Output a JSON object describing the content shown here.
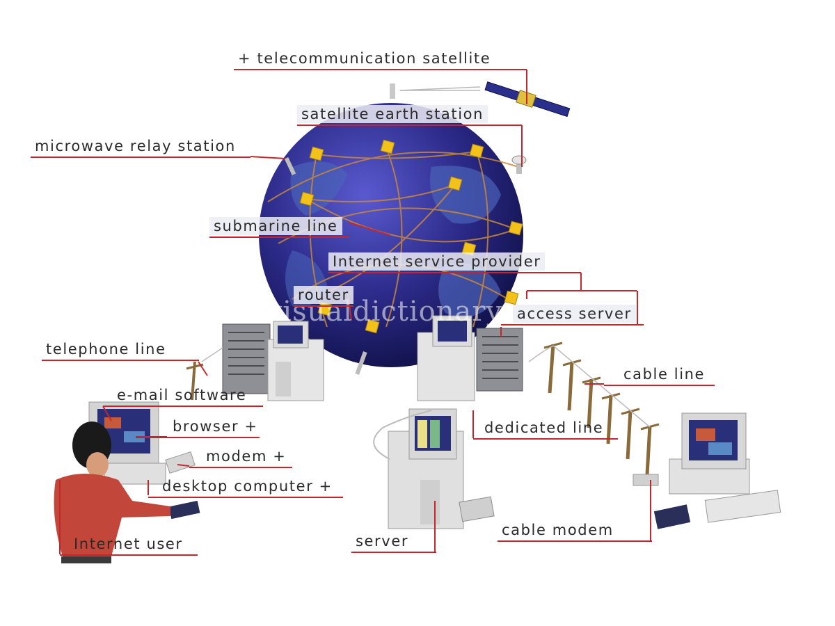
{
  "labels": {
    "telecommunication_satellite": "+ telecommunication satellite",
    "satellite_earth_station": "satellite earth station",
    "microwave_relay_station": "microwave relay station",
    "submarine_line": "submarine line",
    "internet_service_provider": "Internet service provider",
    "router": "router",
    "access_server": "access server",
    "telephone_line": "telephone line",
    "email_software": "e-mail software",
    "browser": "browser +",
    "modem": "modem +",
    "desktop_computer": "desktop computer +",
    "internet_user": "Internet user",
    "server": "server",
    "dedicated_line": "dedicated line",
    "cable_line": "cable line",
    "cable_modem": "cable modem"
  },
  "watermark": "www.visualdictionaryonline.com",
  "colors": {
    "leader_line": "#c3272b",
    "globe": "#2b2a88",
    "node": "#f2c21a"
  }
}
